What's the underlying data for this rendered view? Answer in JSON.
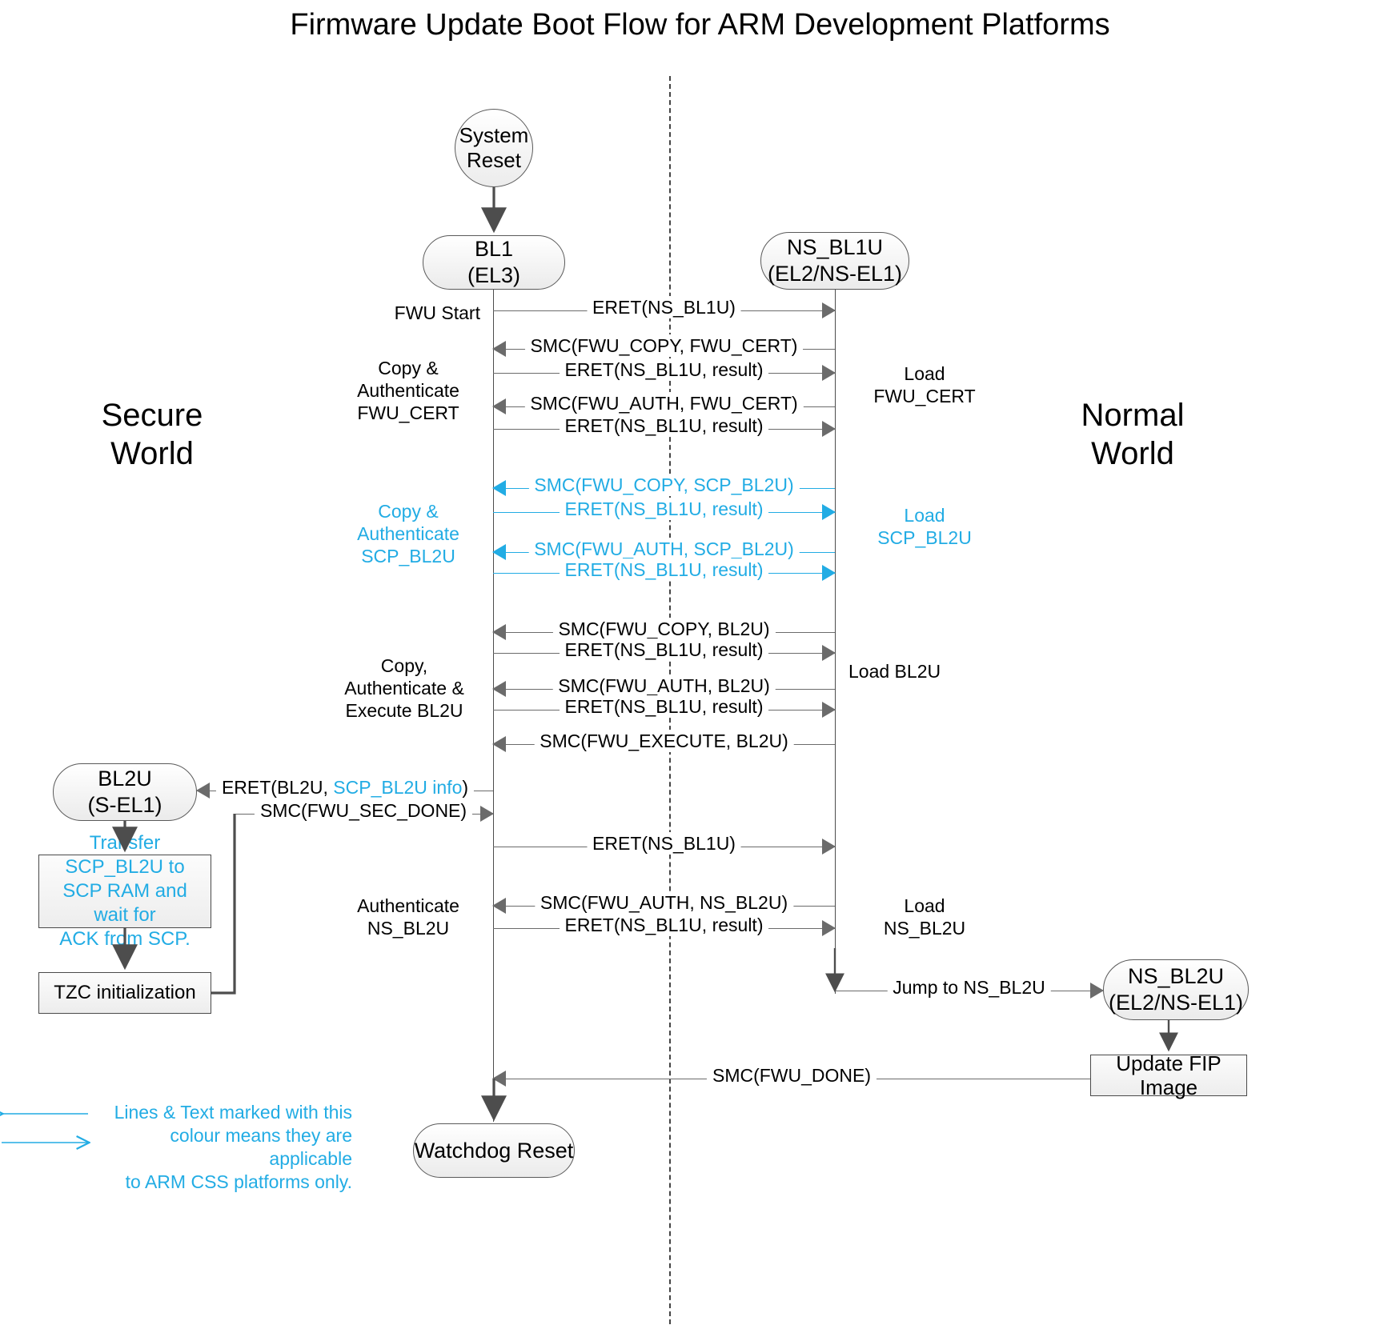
{
  "title": "Firmware Update Boot Flow for ARM Development Platforms",
  "colors": {
    "cyan": "#22ace4",
    "line": "#6b6b6b",
    "text": "#000000",
    "node_border": "#5a5a5a"
  },
  "worlds": {
    "secure_l1": "Secure",
    "secure_l2": "World",
    "normal_l1": "Normal",
    "normal_l2": "World"
  },
  "nodes": {
    "system_reset": {
      "l1": "System",
      "l2": "Reset"
    },
    "bl1": {
      "l1": "BL1",
      "l2": "(EL3)"
    },
    "ns_bl1u": {
      "l1": "NS_BL1U",
      "l2": "(EL2/NS-EL1)"
    },
    "bl2u": {
      "l1": "BL2U",
      "l2": "(S-EL1)"
    },
    "ns_bl2u": {
      "l1": "NS_BL2U",
      "l2": "(EL2/NS-EL1)"
    },
    "watchdog_reset": {
      "l1": "Watchdog Reset"
    },
    "transfer_box": {
      "l1": "Transfer SCP_BL2U to",
      "l2": "SCP RAM and wait for",
      "l3": "ACK from SCP."
    },
    "tzc_box": {
      "l1": "TZC initialization"
    },
    "update_fip": {
      "l1": "Update FIP Image"
    }
  },
  "messages": [
    {
      "id": "m1",
      "label": "ERET(NS_BL1U)",
      "dir": "right",
      "cyan": false
    },
    {
      "id": "m2",
      "label": "SMC(FWU_COPY, FWU_CERT)",
      "dir": "left",
      "cyan": false
    },
    {
      "id": "m3",
      "label": "ERET(NS_BL1U, result)",
      "dir": "right",
      "cyan": false
    },
    {
      "id": "m4",
      "label": "SMC(FWU_AUTH, FWU_CERT)",
      "dir": "left",
      "cyan": false
    },
    {
      "id": "m5",
      "label": "ERET(NS_BL1U, result)",
      "dir": "right",
      "cyan": false
    },
    {
      "id": "m6",
      "label": "SMC(FWU_COPY, SCP_BL2U)",
      "dir": "left",
      "cyan": true
    },
    {
      "id": "m7",
      "label": "ERET(NS_BL1U, result)",
      "dir": "right",
      "cyan": true
    },
    {
      "id": "m8",
      "label": "SMC(FWU_AUTH, SCP_BL2U)",
      "dir": "left",
      "cyan": true
    },
    {
      "id": "m9",
      "label": "ERET(NS_BL1U, result)",
      "dir": "right",
      "cyan": true
    },
    {
      "id": "m10",
      "label": "SMC(FWU_COPY, BL2U)",
      "dir": "left",
      "cyan": false
    },
    {
      "id": "m11",
      "label": "ERET(NS_BL1U, result)",
      "dir": "right",
      "cyan": false
    },
    {
      "id": "m12",
      "label": "SMC(FWU_AUTH, BL2U)",
      "dir": "left",
      "cyan": false
    },
    {
      "id": "m13",
      "label": "ERET(NS_BL1U, result)",
      "dir": "right",
      "cyan": false
    },
    {
      "id": "m14",
      "label": "SMC(FWU_EXECUTE, BL2U)",
      "dir": "left",
      "cyan": false
    },
    {
      "id": "m16",
      "label": "SMC(FWU_SEC_DONE)",
      "dir": "right",
      "cyan": false
    },
    {
      "id": "m17",
      "label": "ERET(NS_BL1U)",
      "dir": "right",
      "cyan": false
    },
    {
      "id": "m18",
      "label": "SMC(FWU_AUTH, NS_BL2U)",
      "dir": "left",
      "cyan": false
    },
    {
      "id": "m19",
      "label": "ERET(NS_BL1U, result)",
      "dir": "right",
      "cyan": false
    },
    {
      "id": "m20",
      "label": "Jump to NS_BL2U",
      "dir": "right",
      "cyan": false
    },
    {
      "id": "m21",
      "label": "SMC(FWU_DONE)",
      "dir": "left",
      "cyan": false
    }
  ],
  "eret_bl2u": {
    "plain_pre": "ERET(BL2U, ",
    "cyan_part": "SCP_BL2U info",
    "plain_post": ")"
  },
  "side_labels": {
    "fwu_start": "FWU Start",
    "copy_auth_cert_1": "Copy &",
    "copy_auth_cert_2": "Authenticate",
    "copy_auth_cert_3": "FWU_CERT",
    "load_fwu_cert_1": "Load",
    "load_fwu_cert_2": "FWU_CERT",
    "copy_auth_scp_1": "Copy &",
    "copy_auth_scp_2": "Authenticate",
    "copy_auth_scp_3": "SCP_BL2U",
    "load_scp_1": "Load",
    "load_scp_2": "SCP_BL2U",
    "copy_exec_bl2u_1": "Copy,",
    "copy_exec_bl2u_2": "Authenticate &",
    "copy_exec_bl2u_3": "Execute BL2U",
    "load_bl2u": "Load BL2U",
    "auth_ns_bl2u_1": "Authenticate",
    "auth_ns_bl2u_2": "NS_BL2U",
    "load_ns_bl2u_1": "Load",
    "load_ns_bl2u_2": "NS_BL2U"
  },
  "legend": {
    "line1": "Lines & Text marked with this",
    "line2": "colour means they are applicable",
    "line3": "to ARM CSS platforms only."
  }
}
